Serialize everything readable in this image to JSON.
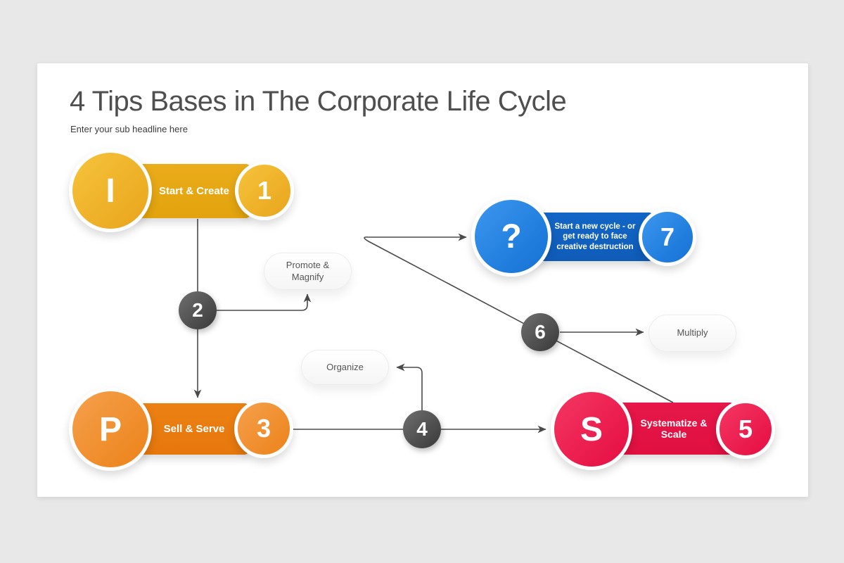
{
  "slide": {
    "title": "4 Tips Bases in The Corporate Life Cycle",
    "subtitle": "Enter your sub headline here"
  },
  "colors": {
    "background": "#E8E8E8",
    "card": "#FFFFFF",
    "yellow": "#E6A614",
    "orange": "#E87C10",
    "blue": "#1161BE",
    "red": "#E31445",
    "gray_step": "#4A4A4A",
    "connector_line": "#4A4A4A"
  },
  "nodes": {
    "start": {
      "letter": "I",
      "label": "Start & Create",
      "number": "1"
    },
    "sell": {
      "letter": "P",
      "label": "Sell & Serve",
      "number": "3"
    },
    "systematize": {
      "letter": "S",
      "label": "Systematize & Scale",
      "number": "5"
    },
    "new_cycle": {
      "letter": "?",
      "label": "Start a new cycle - or get ready to face creative destruction",
      "number": "7"
    }
  },
  "steps": {
    "two": "2",
    "four": "4",
    "six": "6"
  },
  "pills": {
    "promote": "Promote & Magnify",
    "organize": "Organize",
    "multiply": "Multiply"
  }
}
